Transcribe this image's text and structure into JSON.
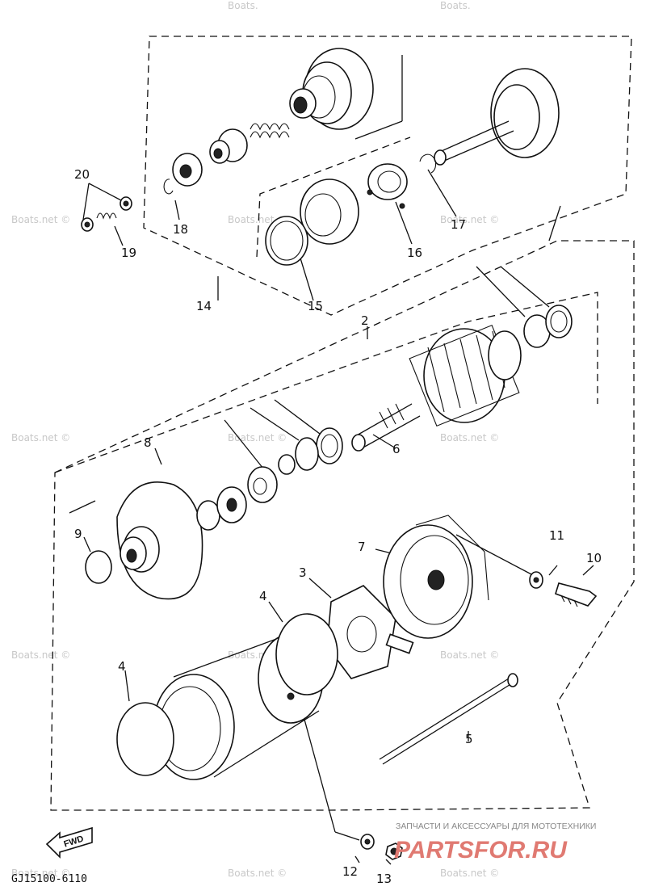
{
  "labels": {
    "p2": "2",
    "p3": "3",
    "p4a": "4",
    "p4b": "4",
    "p5": "5",
    "p6": "6",
    "p7": "7",
    "p8": "8",
    "p9": "9",
    "p10": "10",
    "p11": "11",
    "p12": "12",
    "p13": "13",
    "p14": "14",
    "p15": "15",
    "p16": "16",
    "p17": "17",
    "p18": "18",
    "p19": "19",
    "p20": "20"
  },
  "diagram_code": "GJ15100-6110",
  "direction_label": "FWD",
  "watermark_text": "Boats.net ©",
  "watermark_partial": "Boats.",
  "shop": {
    "caption": "ЗАПЧАСТИ И АКСЕССУАРЫ ДЛЯ МОТОТЕХНИКИ",
    "logo": "PARTSFOR.RU"
  },
  "colors": {
    "ink": "#111111",
    "watermark": "#c8c8c8",
    "brand": "#e07a72"
  }
}
